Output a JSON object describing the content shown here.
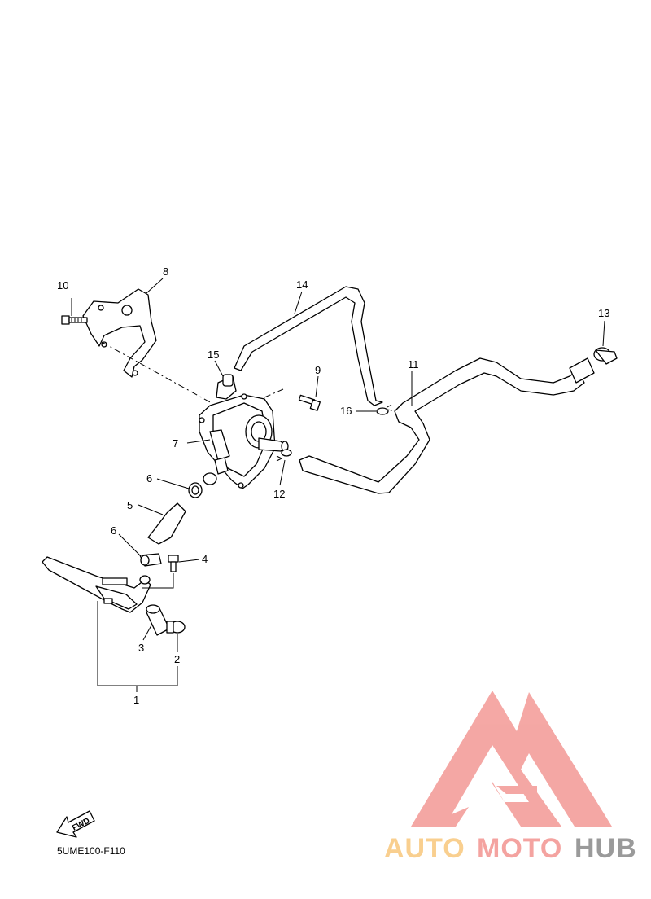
{
  "diagram": {
    "code": "5UME100-F110",
    "fwd_label": "FWD",
    "callouts": {
      "c1": "1",
      "c2": "2",
      "c3": "3",
      "c4": "4",
      "c5": "5",
      "c6a": "6",
      "c6b": "6",
      "c7": "7",
      "c8": "8",
      "c9": "9",
      "c10": "10",
      "c11": "11",
      "c12": "12",
      "c13": "13",
      "c14": "14",
      "c15": "15",
      "c16": "16"
    }
  },
  "watermark": {
    "part1": "AUTO",
    "part2": "MOTO",
    "part3": "HUB",
    "colors": {
      "part1": "#f9cf8f",
      "part2": "#f4a3a0",
      "part3": "#9a9a9a",
      "logo": "#f4a3a0"
    }
  }
}
